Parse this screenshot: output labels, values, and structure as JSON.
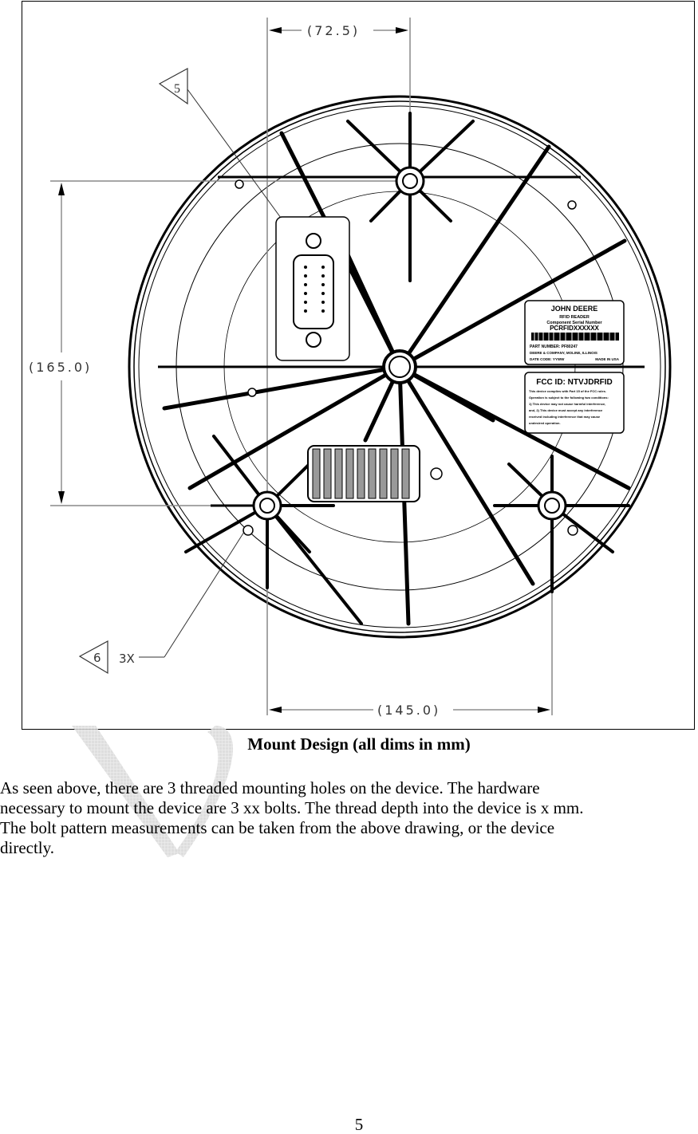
{
  "figure": {
    "dimensions": {
      "top_width": "(72.5)",
      "left_height": "(165.0)",
      "bottom_width": "(145.0)"
    },
    "callouts": [
      {
        "id": "5",
        "note": ""
      },
      {
        "id": "6",
        "note": "3X"
      }
    ],
    "label_john_deere": {
      "brand": "JOHN DEERE",
      "product": "RFID READER",
      "serial_label": "Component Serial Number",
      "serial_value": "PCRFIDXXXXXX",
      "part_number": "PART NUMBER: PF80247",
      "company": "DEERE & COMPANY, MOLINE, ILLINOIS",
      "date_code": "DATE CODE: YYWW",
      "made_in": "MADE IN USA"
    },
    "label_fcc": {
      "fcc_id": "FCC ID: NTVJDRFID",
      "lines": [
        "This device complies with Part 15 of the FCC rules.",
        "Operation is subject to the following two conditions:",
        "1) This device may not cause harmful interference,",
        "and, 2) This device must accept any interference",
        "received including interference that may cause",
        "undesired operation."
      ]
    }
  },
  "caption": "Mount Design (all dims in mm)",
  "body": {
    "lines": [
      "As seen above, there are 3 threaded mounting holes on the device.  The hardware",
      "necessary to mount the device are 3 xx bolts.  The thread depth into the device is x mm.",
      "The bolt pattern measurements can be taken from the above drawing, or the device",
      "directly."
    ]
  },
  "page_number": "5"
}
